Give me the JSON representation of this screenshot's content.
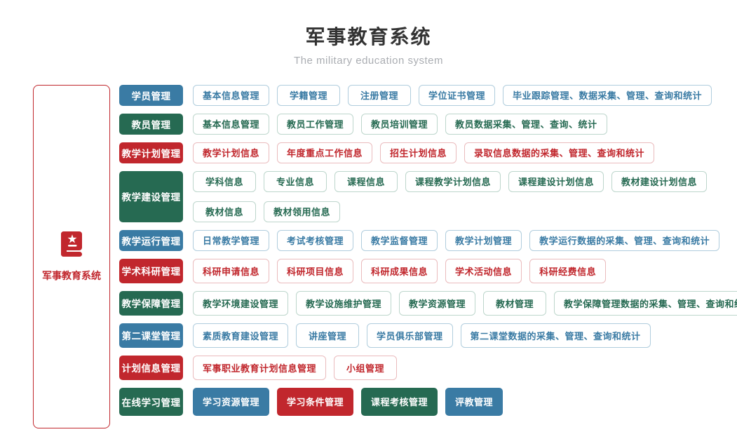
{
  "header": {
    "title": "军事教育系统",
    "subtitle": "The military education system"
  },
  "sidebar": {
    "label": "军事教育系统",
    "icon": "book-star-icon"
  },
  "colors": {
    "blue": "#3a7ba4",
    "green": "#266a52",
    "red": "#c1272d",
    "blue_border": "#b0cddd",
    "green_border": "#bdd6cc",
    "red_border": "#eabbbd",
    "title": "#333333",
    "subtitle": "#aaadb2"
  },
  "rows": [
    {
      "category": "学员管理",
      "color": "blue",
      "size": "sm",
      "lines": [
        [
          "基本信息管理",
          "学籍管理",
          "注册管理",
          "学位证书管理",
          "毕业跟踪管理、数据采集、管理、查询和统计"
        ]
      ]
    },
    {
      "category": "教员管理",
      "color": "green",
      "size": "sm",
      "lines": [
        [
          "基本信息管理",
          "教员工作管理",
          "教员培训管理",
          "教员数据采集、管理、查询、统计"
        ]
      ]
    },
    {
      "category": "教学计划管理",
      "color": "red",
      "size": "sm",
      "lines": [
        [
          "教学计划信息",
          "年度重点工作信息",
          "招生计划信息",
          "录取信息数据的采集、管理、查询和统计"
        ]
      ]
    },
    {
      "category": "教学建设管理",
      "color": "green",
      "size": "sm",
      "lines": [
        [
          "学科信息",
          "专业信息",
          "课程信息",
          "课程教学计划信息",
          "课程建设计划信息",
          "教材建设计划信息"
        ],
        [
          "教材信息",
          "教材领用信息"
        ]
      ]
    },
    {
      "category": "教学运行管理",
      "color": "blue",
      "size": "sm",
      "lines": [
        [
          "日常教学管理",
          "考试考核管理",
          "教学监督管理",
          "教学计划管理",
          "教学运行数据的采集、管理、查询和统计"
        ]
      ]
    },
    {
      "category": "学术科研管理",
      "color": "red",
      "size": "md",
      "lines": [
        [
          "科研申请信息",
          "科研项目信息",
          "科研成果信息",
          "学术活动信息",
          "科研经费信息"
        ]
      ]
    },
    {
      "category": "教学保障管理",
      "color": "green",
      "size": "md",
      "lines": [
        [
          "教学环境建设管理",
          "教学设施维护管理",
          "教学资源管理",
          "教材管理",
          "教学保障管理数据的采集、管理、查询和统计"
        ]
      ]
    },
    {
      "category": "第二课堂管理",
      "color": "blue",
      "size": "md",
      "lines": [
        [
          "素质教育建设管理",
          "讲座管理",
          "学员俱乐部管理",
          "第二课堂数据的采集、管理、查询和统计"
        ]
      ]
    },
    {
      "category": "计划信息管理",
      "color": "red",
      "size": "md",
      "lines": [
        [
          "军事职业教育计划信息管理",
          "小组管理"
        ]
      ]
    },
    {
      "category": "在线学习管理",
      "color": "green",
      "size": "lg",
      "lines": [
        [
          {
            "label": "学习资源管理",
            "variant": "filled",
            "color": "blue"
          },
          {
            "label": "学习条件管理",
            "variant": "filled",
            "color": "red"
          },
          {
            "label": "课程考核管理",
            "variant": "filled",
            "color": "green"
          },
          {
            "label": "评教管理",
            "variant": "filled",
            "color": "blue"
          }
        ]
      ]
    }
  ]
}
